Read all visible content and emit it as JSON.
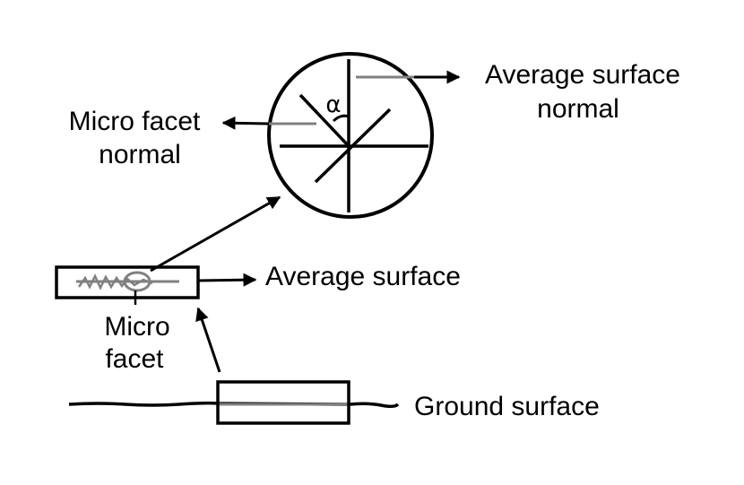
{
  "labels": {
    "avg_surface_normal_line1": "Average surface",
    "avg_surface_normal_line2": "normal",
    "micro_facet_normal_line1": "Micro facet",
    "micro_facet_normal_line2": "normal",
    "alpha": "α",
    "average_surface": "Average surface",
    "micro_facet_line1": "Micro",
    "micro_facet_line2": "facet",
    "ground_surface": "Ground surface"
  },
  "colors": {
    "ink": "#000000",
    "gray": "#808080",
    "background": "#ffffff"
  }
}
